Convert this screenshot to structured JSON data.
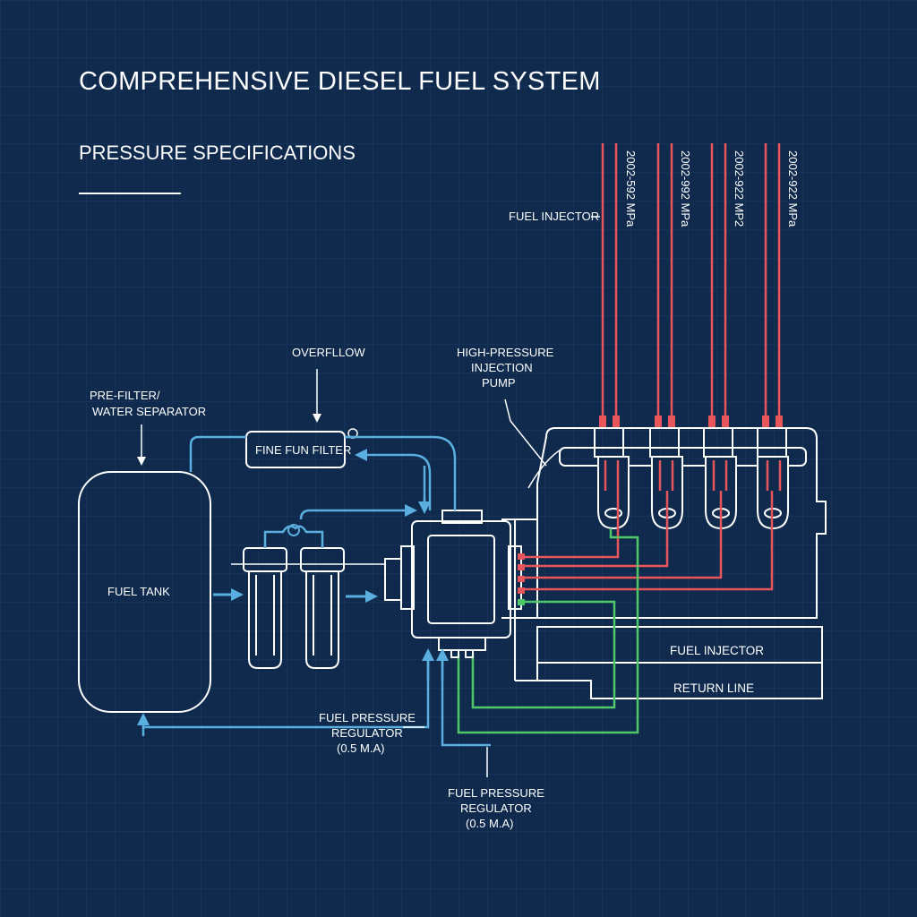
{
  "title": "COMPREHENSIVE DIESEL FUEL SYSTEM",
  "subtitle": "PRESSURE SPECIFICATIONS",
  "colors": {
    "background": "#0f2a4d",
    "grid": "#1b3a63",
    "outline": "#ffffff",
    "low_pressure": "#5aaee0",
    "high_pressure": "#e8555a",
    "return": "#4fc86a"
  },
  "labels": {
    "fuel_tank": "FUEL TANK",
    "pre_filter_line1": "PRE-FILTER/",
    "pre_filter_line2": "WATER SEPARATOR",
    "overflow": "OVERFLLOW",
    "fine_filter": "FINE FUN FILTER",
    "hp_pump_line1": "HIGH-PRESSURE",
    "hp_pump_line2": "INJECTION",
    "hp_pump_line3": "PUMP",
    "fuel_injector_top": "FUEL INJECTOR",
    "fuel_injector_block": "FUEL INJECTOR",
    "return_line": "RETURN LINE",
    "regulator_left_line1": "FUEL PRESSURE",
    "regulator_left_line2": "REGULATOR",
    "regulator_left_line3": "(0.5 M.A)",
    "regulator_bottom_line1": "FUEL PRESSURE",
    "regulator_bottom_line2": "REGULATOR",
    "regulator_bottom_line3": "(0.5 M.A)"
  },
  "pressures": [
    "2002-592 MPa",
    "2002-992 MPa",
    "2002-922 MP2",
    "2002-922 MPa"
  ]
}
